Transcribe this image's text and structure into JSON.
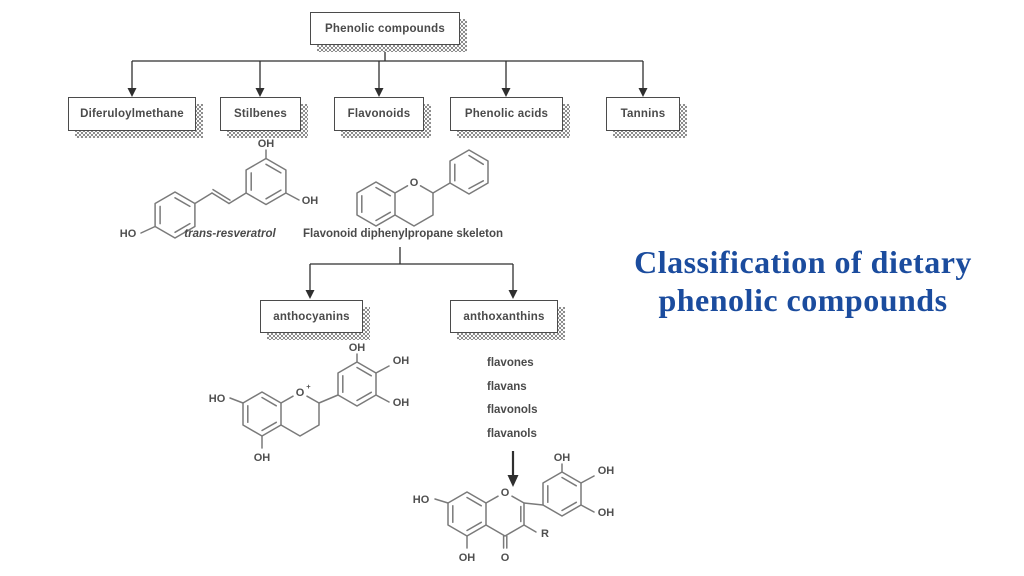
{
  "title": {
    "line1": "Classification of dietary",
    "line2": "phenolic compounds",
    "color": "#1b4c9e"
  },
  "flowchart": {
    "root": {
      "label": "Phenolic compounds"
    },
    "branches": [
      {
        "label": "Diferuloylmethane"
      },
      {
        "label": "Stilbenes"
      },
      {
        "label": "Flavonoids"
      },
      {
        "label": "Phenolic acids"
      },
      {
        "label": "Tannins"
      }
    ],
    "flavonoid_subclasses": [
      {
        "label": "anthocyanins"
      },
      {
        "label": "anthoxanthins"
      }
    ]
  },
  "captions": {
    "resveratrol": "trans-resveratrol",
    "skeleton": "Flavonoid diphenylpropane skeleton"
  },
  "anthoxanthin_types": [
    "flavones",
    "flavans",
    "flavonols",
    "flavanols"
  ],
  "atoms": {
    "HO": "HO",
    "OH": "OH",
    "O": "O",
    "O_plus": "+",
    "R": "R"
  },
  "colors": {
    "title_blue": "#1b4c9e",
    "box_border": "#4b4b4b",
    "line": "#2f2f2f",
    "structure_gray": "#7a7a7a"
  }
}
